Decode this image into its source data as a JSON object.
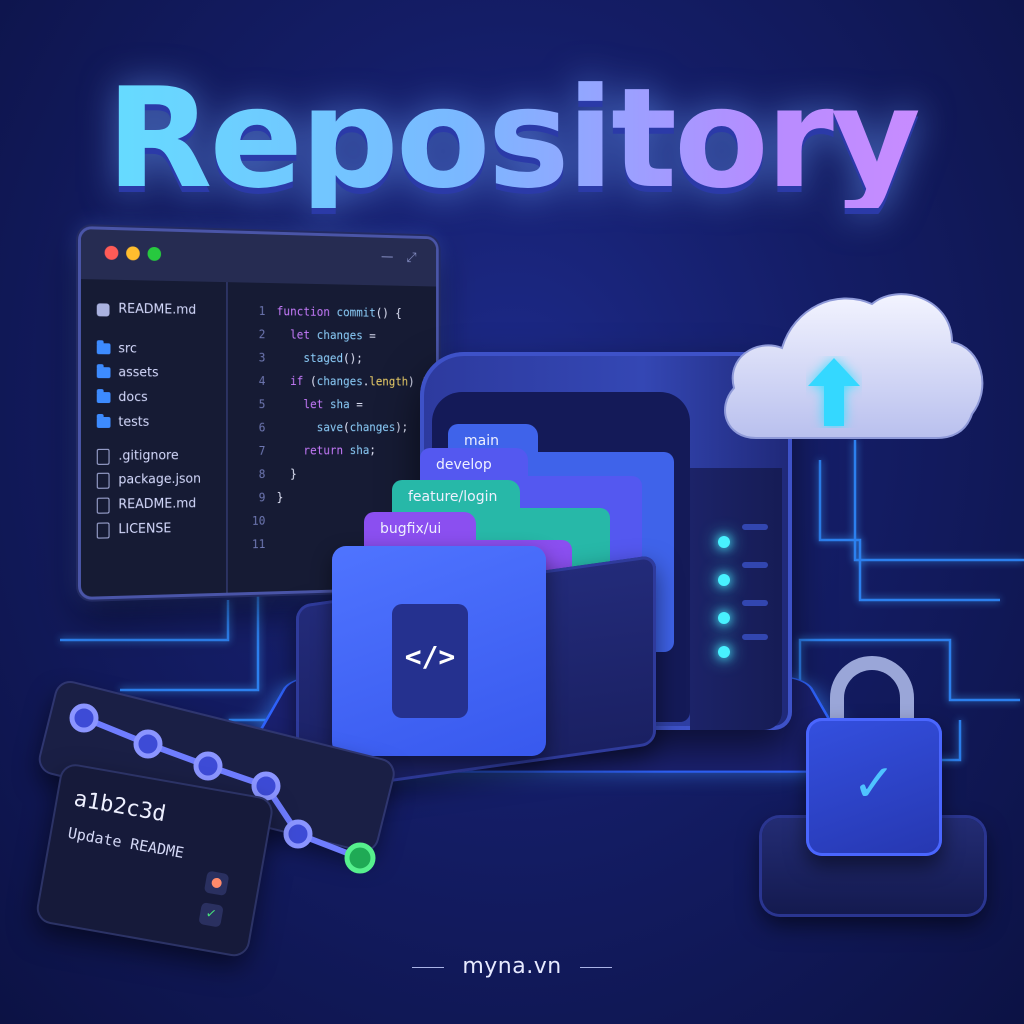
{
  "title": "Repository",
  "editor": {
    "files": [
      {
        "name": "README.md",
        "kind": "readme"
      },
      {
        "name": "src",
        "kind": "folder"
      },
      {
        "name": "assets",
        "kind": "folder"
      },
      {
        "name": "docs",
        "kind": "folder"
      },
      {
        "name": "tests",
        "kind": "folder"
      },
      {
        "name": ".gitignore",
        "kind": "file"
      },
      {
        "name": "package.json",
        "kind": "file"
      },
      {
        "name": "README.md",
        "kind": "file"
      },
      {
        "name": "LICENSE",
        "kind": "file"
      }
    ],
    "line_numbers": [
      "1",
      "2",
      "3",
      "4",
      "5",
      "6",
      "7",
      "8",
      "9",
      "10",
      "11"
    ],
    "code": [
      "function commit() {",
      "  let changes =",
      "    staged();",
      "  if (changes.length) {",
      "    let sha =",
      "      save(changes);",
      "    return sha;",
      "  }",
      "}",
      "",
      ""
    ]
  },
  "branches": [
    "main",
    "develop",
    "feature/login",
    "bugfix/ui"
  ],
  "branch_colors": [
    "#3f63ea",
    "#5458f0",
    "#27b8a8",
    "#8b4ff0"
  ],
  "code_file_glyph": "</>",
  "commit": {
    "hash": "a1b2c3d",
    "message": "Update README"
  },
  "footer": "myna.vn",
  "colors": {
    "accent_cyan": "#48f1ff",
    "circuit": "#2f8bff",
    "commit_node": "#5b6bff",
    "commit_head": "#2fd36b"
  }
}
